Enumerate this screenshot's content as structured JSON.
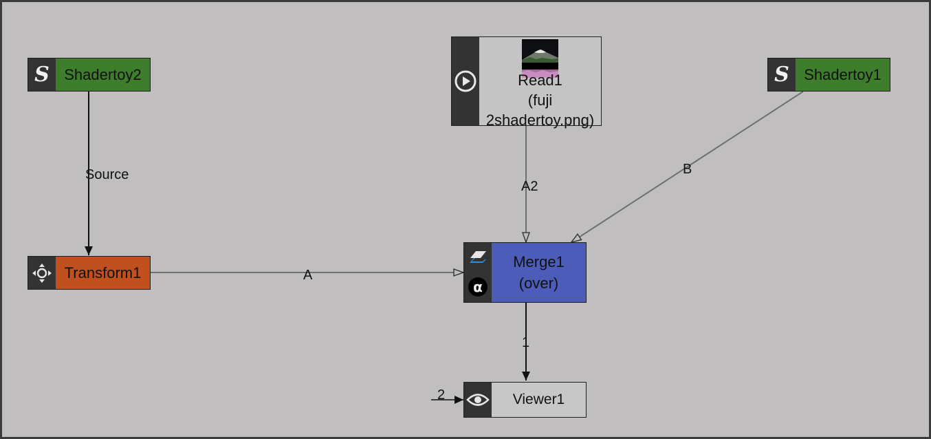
{
  "nodes": {
    "shadertoy2": {
      "label": "Shadertoy2",
      "icon": "shadertoy-s-icon",
      "color": "#3e7d2c"
    },
    "shadertoy1": {
      "label": "Shadertoy1",
      "icon": "shadertoy-s-icon",
      "color": "#3e7d2c"
    },
    "read1": {
      "line1": "Read1",
      "line2": "(fuji",
      "line3": "2shadertoy.png)",
      "icon": "play-circle-icon",
      "color": "#c4c4c4"
    },
    "transform1": {
      "label": "Transform1",
      "icon": "transform-move-icon",
      "color": "#c0511e"
    },
    "merge1": {
      "line1": "Merge1",
      "line2": "(over)",
      "icons": [
        "merge-layers-icon",
        "alpha-icon"
      ],
      "color": "#4c5cb8"
    },
    "viewer1": {
      "label": "Viewer1",
      "icon": "eye-icon",
      "color": "#c7c7c7"
    }
  },
  "edges": {
    "source": "Source",
    "a": "A",
    "a2": "A2",
    "b": "B",
    "one": "1",
    "two": "2"
  }
}
